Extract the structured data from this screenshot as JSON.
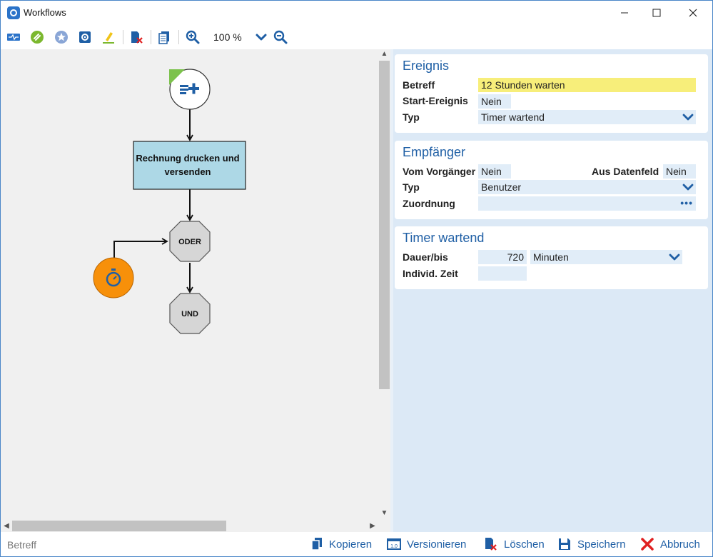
{
  "window": {
    "title": "Workflows"
  },
  "titlebar": {
    "minimize": "—",
    "maximize": "☐",
    "close": "✕"
  },
  "toolbar": {
    "zoom_level": "100 %"
  },
  "diagram": {
    "task_label_line1": "Rechnung drucken und",
    "task_label_line2": "versenden",
    "gateway_or": "ODER",
    "gateway_and": "UND"
  },
  "ereignis": {
    "title": "Ereignis",
    "betreff_label": "Betreff",
    "betreff_value": "12 Stunden warten",
    "start_label": "Start-Ereignis",
    "start_value": "Nein",
    "typ_label": "Typ",
    "typ_value": "Timer wartend"
  },
  "empfaenger": {
    "title": "Empfänger",
    "vom_label": "Vom Vorgänger",
    "vom_value": "Nein",
    "aus_label": "Aus Datenfeld",
    "aus_value": "Nein",
    "typ_label": "Typ",
    "typ_value": "Benutzer",
    "zuordnung_label": "Zuordnung",
    "zuordnung_value": ""
  },
  "timer": {
    "title": "Timer wartend",
    "dauer_label": "Dauer/bis",
    "dauer_value": "720",
    "einheit_value": "Minuten",
    "indiv_label": "Individ. Zeit",
    "indiv_value": ""
  },
  "statusbar": {
    "text": "Betreff",
    "kopieren": "Kopieren",
    "versionieren": "Versionieren",
    "loeschen": "Löschen",
    "speichern": "Speichern",
    "abbruch": "Abbruch"
  },
  "colors": {
    "accent": "#1f5fa5",
    "task_fill": "#add8e6",
    "timer_event": "#f7900a",
    "highlight_field": "#f7ee7a",
    "panel_bg": "#dce9f6"
  }
}
